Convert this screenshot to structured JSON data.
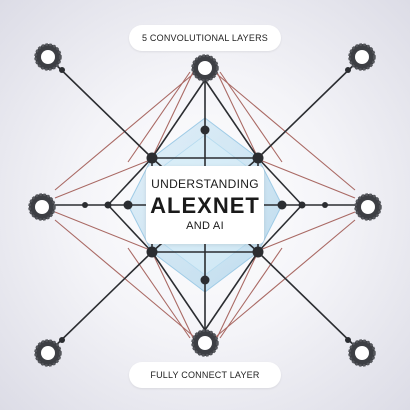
{
  "labels": {
    "top": "5 CONVOLUTIONAL LAYERS",
    "bottom": "FULLY CONNECT LAYER"
  },
  "center": {
    "line1": "UNDERSTANDING",
    "line2": "ALEXNET",
    "line3": "AND AI"
  },
  "colors": {
    "background": "#ececf2",
    "node_ring": "#3d3f44",
    "dark_line": "#2b2d31",
    "red_line": "#a25b55",
    "accent_blue": "#a9d3ea"
  },
  "icons": {
    "outer_node": "gear-ring-node-icon",
    "junction": "dot-junction-icon"
  }
}
